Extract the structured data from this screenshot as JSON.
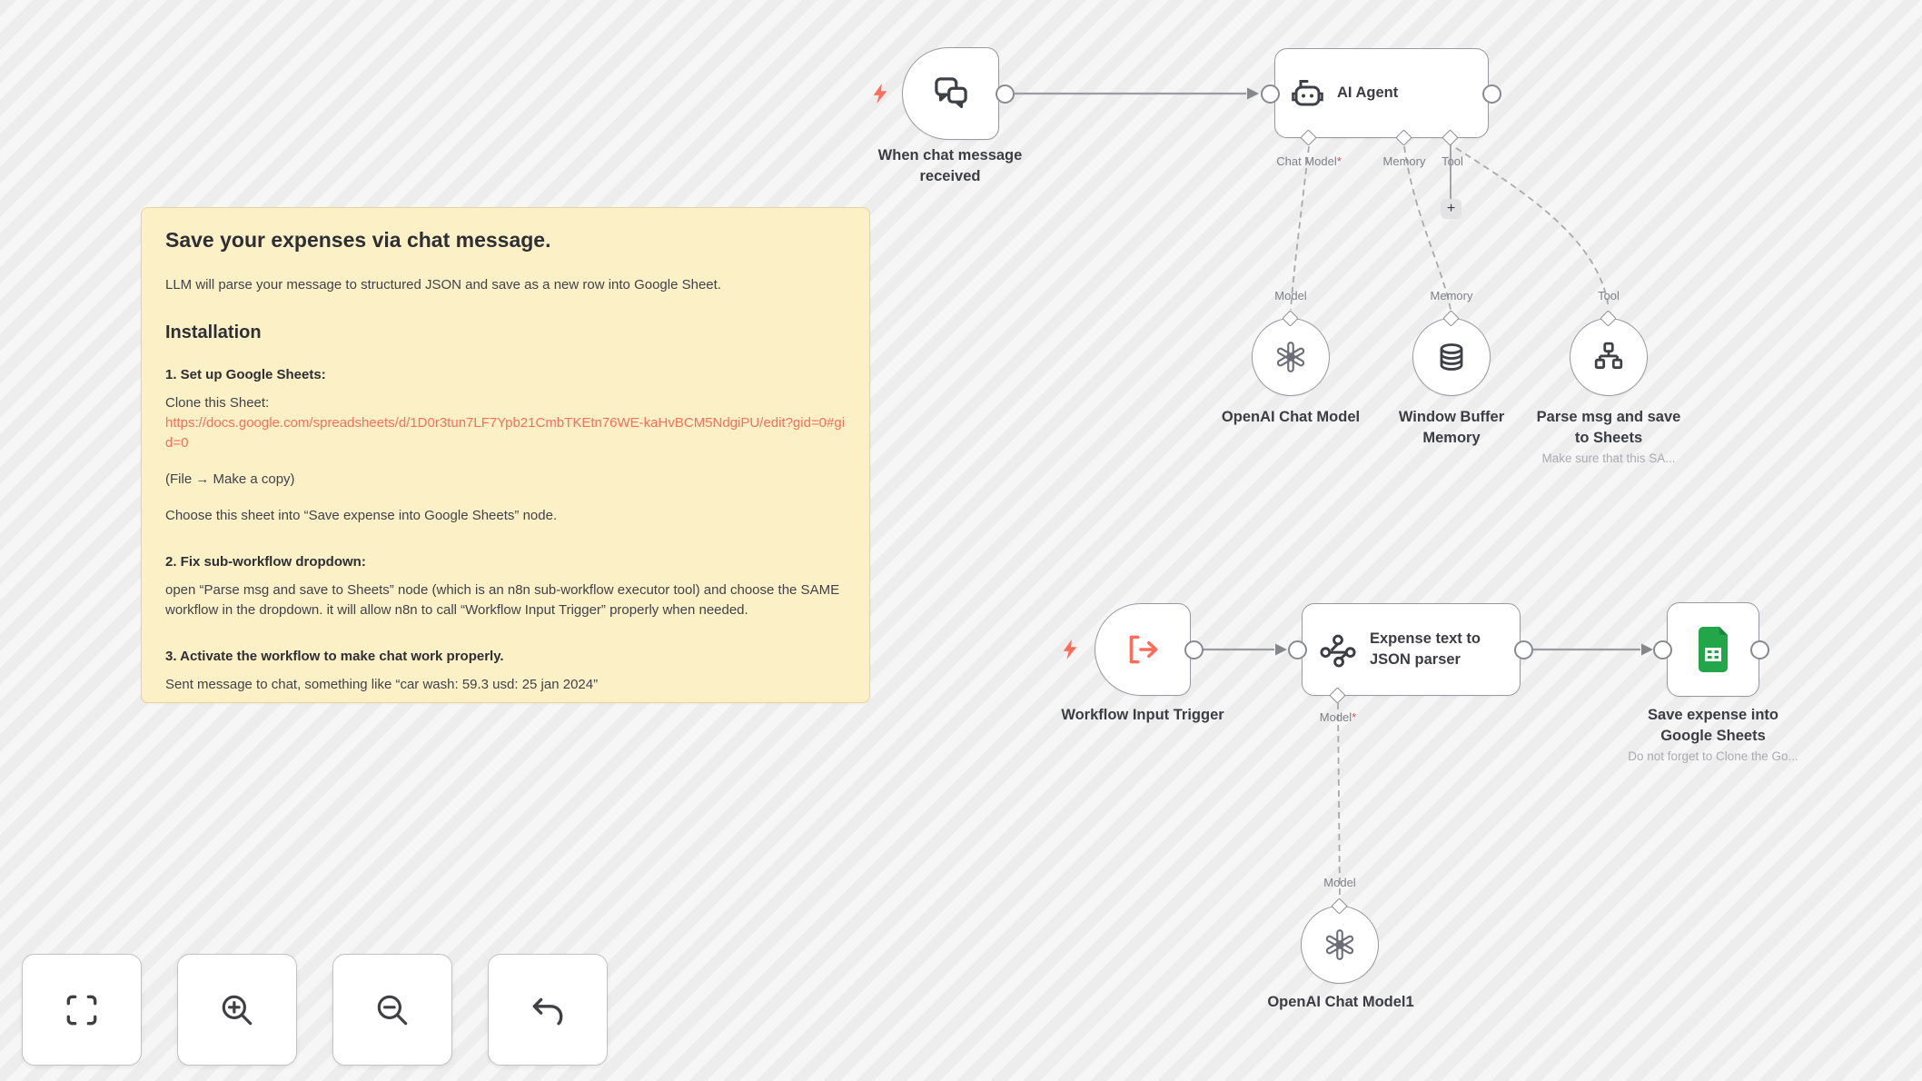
{
  "sticky": {
    "title": "Save your expenses via chat message.",
    "intro": "LLM will parse your message to structured JSON and save as a new row into Google Sheet.",
    "installation_heading": "Installation",
    "step1_heading": "1. Set up Google Sheets:",
    "clone_label": "Clone this Sheet:",
    "sheet_url": "https://docs.google.com/spreadsheets/d/1D0r3tun7LF7Ypb21CmbTKEtn76WE-kaHvBCM5NdgiPU/edit?gid=0#gid=0",
    "file_copy": "(File → Make a copy)",
    "choose_sheet": "Choose this sheet into “Save expense into Google Sheets” node.",
    "step2_heading": "2. Fix sub-workflow dropdown:",
    "step2_body": "open “Parse msg and save to Sheets” node (which is an n8n sub-workflow executor tool) and choose the SAME workflow in the dropdown. it will allow n8n to call “Workflow Input Trigger” properly when needed.",
    "step3_heading": "3. Activate the workflow to make chat work properly.",
    "step3_body": "Sent message to chat, something like “car wash: 59.3 usd: 25 jan 2024”"
  },
  "nodes": {
    "chat_trigger": {
      "label1": "When chat message",
      "label2": "received"
    },
    "agent": {
      "title": "AI Agent",
      "ports": [
        {
          "label": "Chat Model",
          "required": "*"
        },
        {
          "label": "Memory"
        },
        {
          "label": "Tool"
        }
      ],
      "add_tool": "+"
    },
    "openai_model": {
      "port": "Model",
      "name": "OpenAI Chat Model"
    },
    "memory": {
      "port": "Memory",
      "name1": "Window Buffer",
      "name2": "Memory"
    },
    "tool": {
      "port": "Tool",
      "name1": "Parse msg and save",
      "name2": "to Sheets",
      "subtitle": "Make sure that this SA..."
    },
    "wf_trigger": {
      "label": "Workflow Input Trigger"
    },
    "parser": {
      "title1": "Expense text to",
      "title2": "JSON parser",
      "port": "Model",
      "required": "*"
    },
    "sheets": {
      "name1": "Save expense into",
      "name2": "Google Sheets",
      "subtitle": "Do not forget to Clone the Go..."
    },
    "openai_model1": {
      "port": "Model",
      "name": "OpenAI Chat Model1"
    }
  },
  "controls": {
    "fit_view": "Fit view",
    "zoom_in": "Zoom in",
    "zoom_out": "Zoom out",
    "undo": "Undo"
  },
  "colors": {
    "accent_orange": "#ff6d5a",
    "sheets_green": "#23a64a",
    "required_red": "#e2504b",
    "sticky_bg": "#fcf0c6"
  }
}
